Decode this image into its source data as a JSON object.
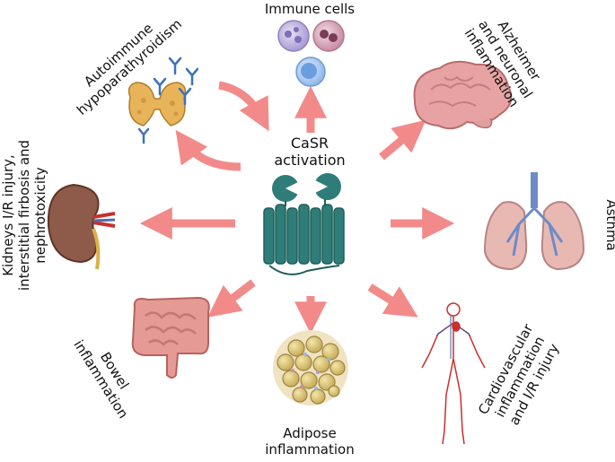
{
  "center": {
    "title": "CaSR\nactivation"
  },
  "labels": {
    "immune": "Immune cells",
    "thyroid": "Autoimmune\nhypoparathyroidism",
    "brain": "Alzheimer\nand neuronal\ninflammation",
    "kidney": "Kidneys I/R injury,\ninterstitial firbosis and\nnephrotoxicity",
    "asthma": "Asthma",
    "bowel": "Bowel\ninflammation",
    "adipose": "Adipose\ninflammation",
    "cardio": "Cardiovascular\ninflammation\nand I/R injury"
  },
  "colors": {
    "arrow": "#f28a8a",
    "receptor": "#2f7d78",
    "receptor_dark": "#1f5e5a",
    "thyroid": "#e8b45a",
    "kidney": "#8e5a4a",
    "brain": "#e7a3a3",
    "lung": "#e8b9b3",
    "bowel": "#e59a95",
    "adipose": "#d9c37a",
    "vessel": "#c9302c"
  },
  "icons": [
    "thyroid-icon",
    "antibody-icon",
    "immune-cell-icon",
    "brain-icon",
    "kidney-icon",
    "lungs-icon",
    "receptor-icon",
    "bowel-icon",
    "adipose-icon",
    "vascular-body-icon"
  ]
}
